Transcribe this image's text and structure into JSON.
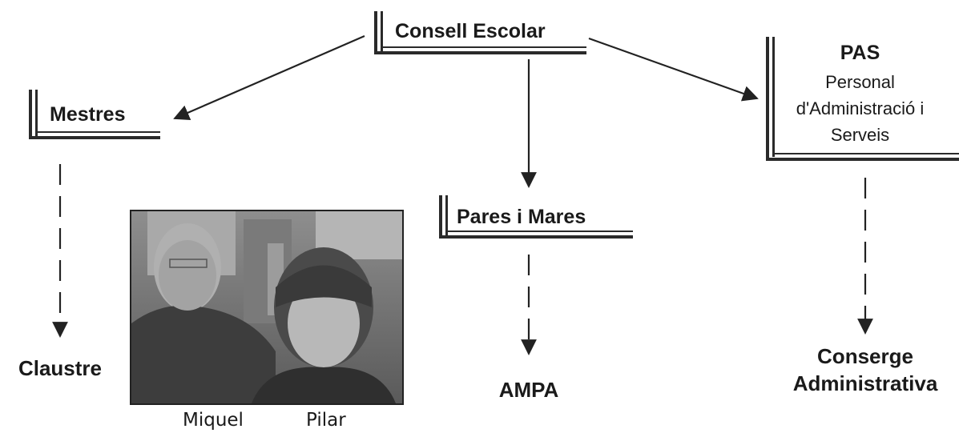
{
  "consell": {
    "label": "Consell Escolar"
  },
  "mestres": {
    "label": "Mestres"
  },
  "pares": {
    "label": "Pares i Mares"
  },
  "pas": {
    "title": "PAS",
    "line1": "Personal",
    "line2": "d'Administració i",
    "line3": "Serveis"
  },
  "leaves": {
    "claustre": "Claustre",
    "ampa": "AMPA",
    "conserge_line1": "Conserge",
    "conserge_line2": "Administrativa"
  },
  "photo": {
    "caption_left": "Miquel",
    "caption_right": "Pilar"
  }
}
